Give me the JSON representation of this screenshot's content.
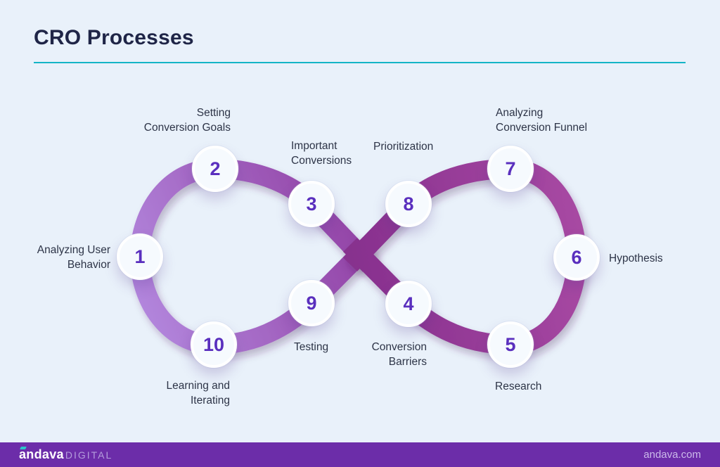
{
  "page": {
    "background_color": "#e9f1fa"
  },
  "header": {
    "title": "CRO Processes",
    "underline_color": "#14b4c6"
  },
  "diagram": {
    "type": "infinity-loop-process",
    "number_color": "#5a2fbe",
    "left_loop_gradient": [
      "#b48ae0",
      "#9241a4"
    ],
    "right_loop_gradient": [
      "#87308e",
      "#a849a3"
    ],
    "steps": [
      {
        "number": "1",
        "label": "Analyzing User\nBehavior"
      },
      {
        "number": "2",
        "label": "Setting\nConversion Goals"
      },
      {
        "number": "3",
        "label": "Important\nConversions"
      },
      {
        "number": "4",
        "label": "Conversion\nBarriers"
      },
      {
        "number": "5",
        "label": "Research"
      },
      {
        "number": "6",
        "label": "Hypothesis"
      },
      {
        "number": "7",
        "label": "Analyzing\nConversion Funnel"
      },
      {
        "number": "8",
        "label": "Prioritization"
      },
      {
        "number": "9",
        "label": "Testing"
      },
      {
        "number": "10",
        "label": "Learning and\nIterating"
      }
    ]
  },
  "footer": {
    "bar_color": "#6c2da9",
    "brand_name": "andava",
    "brand_suffix": "DIGITAL",
    "brand_accent_color": "#2cc5c9",
    "website": "andava.com"
  }
}
